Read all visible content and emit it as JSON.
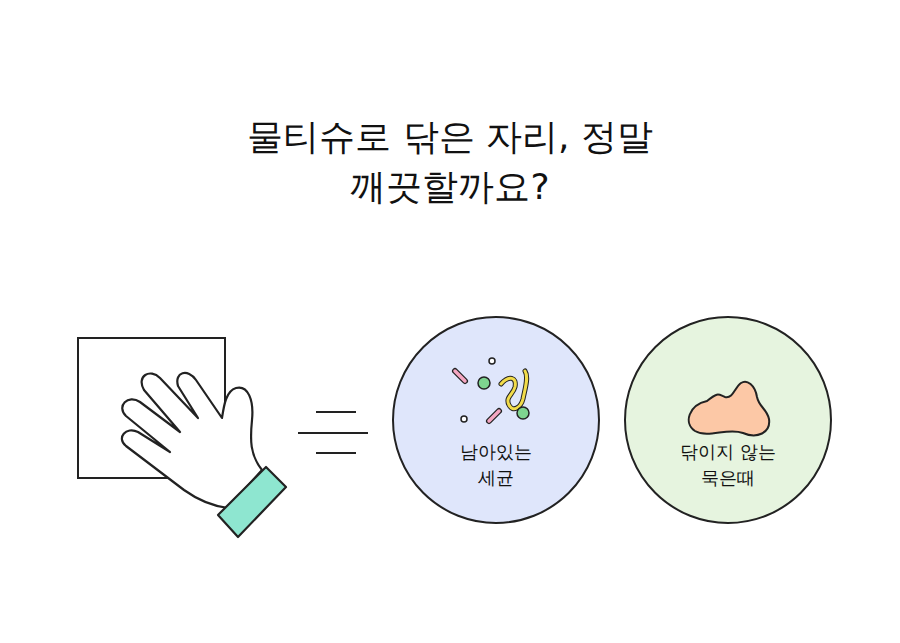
{
  "diagram": {
    "title": "물티슈로 닦은 자리, 정말 깨끗할까요?",
    "nodes": [
      {
        "text": [
          "남아있는 세균"
        ]
      },
      {
        "text": [
          "닦이지 않는 묵은때"
        ]
      }
    ]
  }
}
